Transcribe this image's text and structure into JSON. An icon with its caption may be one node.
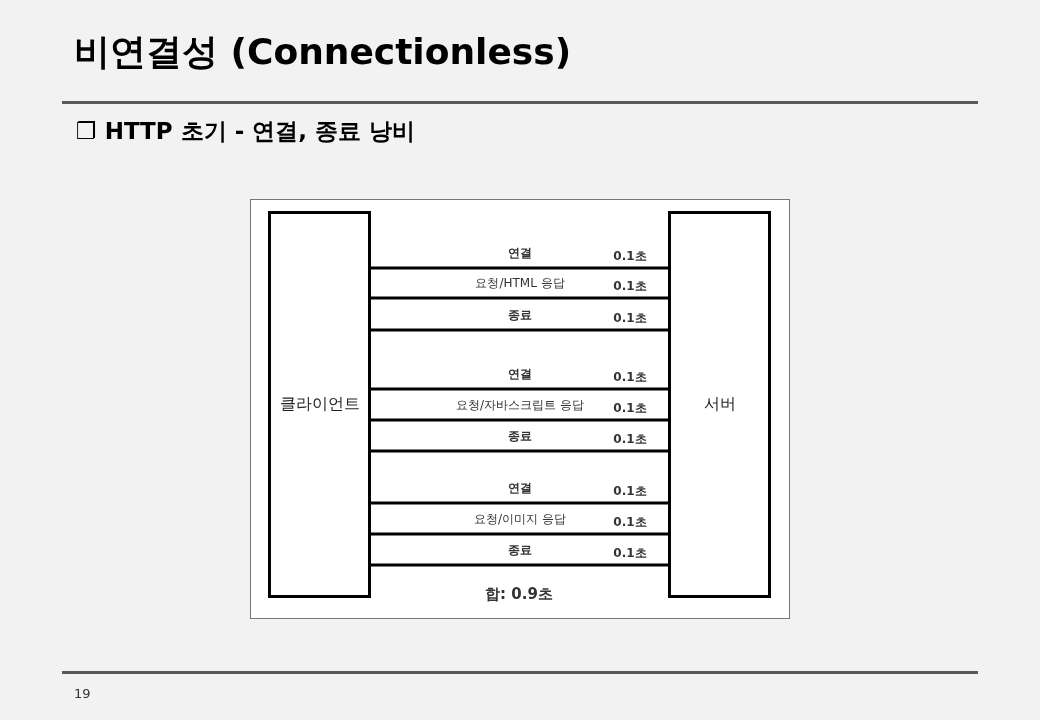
{
  "diagram": {
    "title": "비연결성 (Connectionless)",
    "nodes": [
      {
        "text": [
          "클라이언트"
        ]
      },
      {
        "text": [
          "서버"
        ]
      }
    ],
    "edges": [
      {
        "from": 0,
        "to": 1,
        "arrow": "none",
        "label": "연결"
      },
      {
        "from": 0,
        "to": 1,
        "arrow": "none",
        "label": "요청/HTML 응답"
      },
      {
        "from": 0,
        "to": 1,
        "arrow": "none",
        "label": "종료"
      },
      {
        "from": 0,
        "to": 1,
        "arrow": "none",
        "label": "연결"
      },
      {
        "from": 0,
        "to": 1,
        "arrow": "none",
        "label": "요청/자바스크립트 응답"
      },
      {
        "from": 0,
        "to": 1,
        "arrow": "none",
        "label": "종료"
      },
      {
        "from": 0,
        "to": 1,
        "arrow": "none",
        "label": "연결"
      },
      {
        "from": 0,
        "to": 1,
        "arrow": "none",
        "label": "요청/이미지 응답"
      },
      {
        "from": 0,
        "to": 1,
        "arrow": "none",
        "label": "종료"
      }
    ],
    "labels": [
      "❐ HTTP 초기 - 연결, 종료 낭비",
      "0.1초",
      "0.1초",
      "0.1초",
      "0.1초",
      "0.1초",
      "0.1초",
      "0.1초",
      "0.1초",
      "0.1초",
      "합: 0.9초",
      "19"
    ]
  }
}
